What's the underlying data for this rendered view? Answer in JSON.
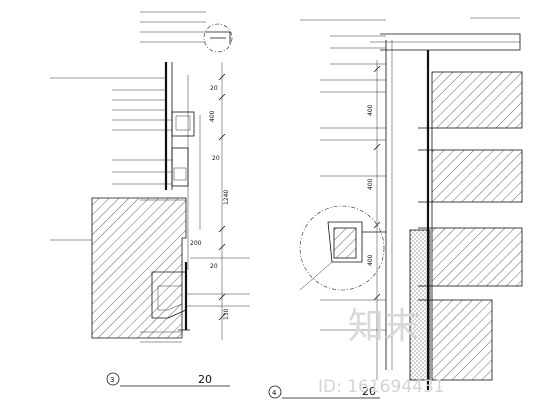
{
  "left_section": {
    "title_number": "3",
    "scale": "20",
    "dimensions": [
      "20",
      "400",
      "20",
      "1240",
      "200",
      "20",
      "130"
    ]
  },
  "right_section": {
    "title_number": "4",
    "scale": "20",
    "dimensions": [
      "400",
      "400",
      "400"
    ]
  },
  "watermark": {
    "text": "知末",
    "id": "ID: 161694431"
  }
}
